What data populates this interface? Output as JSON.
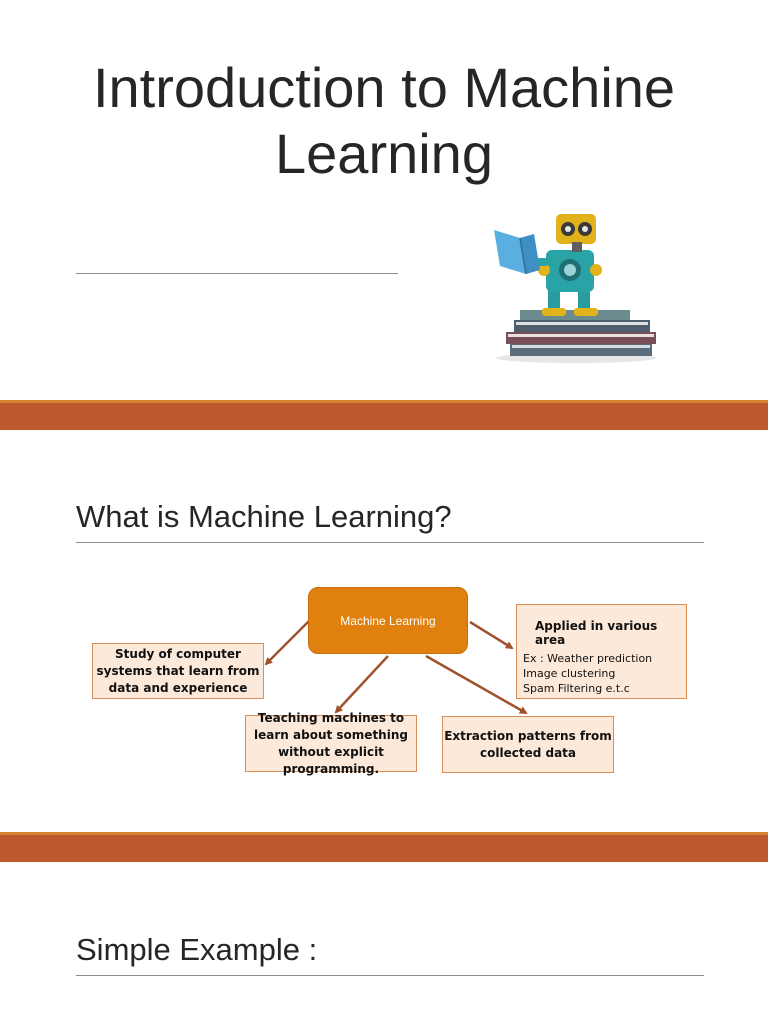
{
  "slide1": {
    "title_line1": "Introduction to Machine",
    "title_line2": "Learning",
    "illustration": "robot-reading-book-on-stack-of-books"
  },
  "slide2": {
    "heading": "What is Machine Learning?",
    "diagram": {
      "center": "Machine Learning",
      "left_box": "Study of computer systems that learn from data and experience",
      "bottom_left_box": "Teaching machines to learn about something without explicit programming.",
      "bottom_right_box": "Extraction patterns from collected data",
      "right_box": {
        "title": "Applied in various area",
        "lines": [
          "Ex : Weather prediction",
          "Image clustering",
          "Spam Filtering e.t.c"
        ]
      }
    }
  },
  "slide3": {
    "heading": "Simple Example :"
  },
  "colors": {
    "divider": "#bd582c",
    "divider_top": "#d9832e",
    "center_box": "#e0800f",
    "box_fill": "#fde9d9",
    "arrow": "#a0522d"
  }
}
